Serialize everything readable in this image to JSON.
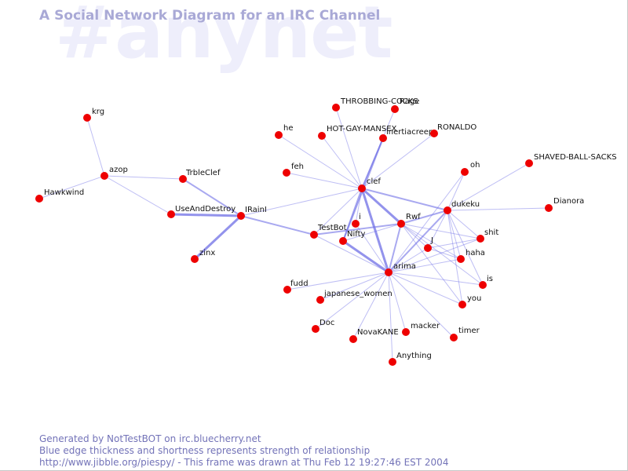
{
  "header": {
    "title": "A Social Network Diagram for an IRC Channel",
    "channel_watermark": "#anynet"
  },
  "footer": {
    "line1": "Generated by NotTestBOT on irc.bluecherry.net",
    "line2": "Blue edge thickness and shortness represents strength of relationship",
    "line3": "http://www.jibble.org/piespy/ - This frame was drawn at Thu Feb 12 19:27:46 EST 2004"
  },
  "colors": {
    "node": "#ee0000",
    "edge": "#6f6fe6",
    "title": "#a9a9d6",
    "watermark": "#eeeefb",
    "footer": "#7373b8"
  },
  "graph": {
    "nodes": [
      {
        "id": "krg",
        "label": "krg"
      },
      {
        "id": "azop",
        "label": "azop"
      },
      {
        "id": "Hawkwind",
        "label": "Hawkwind"
      },
      {
        "id": "TrbleClef",
        "label": "TrbleClef"
      },
      {
        "id": "UseAndDestroy",
        "label": "UseAndDestroy"
      },
      {
        "id": "IRainI",
        "label": "IRainI"
      },
      {
        "id": "zinx",
        "label": "zinx"
      },
      {
        "id": "THROBBING-COCKS",
        "label": "THROBBING-COCKS"
      },
      {
        "id": "Rage",
        "label": "Rage"
      },
      {
        "id": "HOT-GAY-MANSEX",
        "label": "HOT-GAY-MANSEX"
      },
      {
        "id": "inertiacreep",
        "label": "inertiacreep"
      },
      {
        "id": "RONALDO",
        "label": "RONALDO"
      },
      {
        "id": "he",
        "label": "he"
      },
      {
        "id": "feh",
        "label": "feh"
      },
      {
        "id": "clef",
        "label": "clef"
      },
      {
        "id": "oh",
        "label": "oh"
      },
      {
        "id": "SHAVED-BALL-SACKS",
        "label": "SHAVED-BALL-SACKS"
      },
      {
        "id": "Dianora",
        "label": "Dianora"
      },
      {
        "id": "dukeku",
        "label": "dukeku"
      },
      {
        "id": "Rwf",
        "label": "Rwf"
      },
      {
        "id": "i",
        "label": "i"
      },
      {
        "id": "TestBot",
        "label": "TestBot"
      },
      {
        "id": "Nifty",
        "label": "Nifty"
      },
      {
        "id": "shit",
        "label": "shit"
      },
      {
        "id": "J",
        "label": "J"
      },
      {
        "id": "haha",
        "label": "haha"
      },
      {
        "id": "arima",
        "label": "arima"
      },
      {
        "id": "is",
        "label": "is"
      },
      {
        "id": "you",
        "label": "you"
      },
      {
        "id": "fudd",
        "label": "fudd"
      },
      {
        "id": "japanese_women",
        "label": "japanese_women"
      },
      {
        "id": "Doc",
        "label": "Doc"
      },
      {
        "id": "NovaKANE",
        "label": "NovaKANE"
      },
      {
        "id": "macker",
        "label": "macker"
      },
      {
        "id": "timer",
        "label": "timer"
      },
      {
        "id": "Anything",
        "label": "Anything"
      }
    ],
    "edges": [
      {
        "from": "krg",
        "to": "azop",
        "strength": 1
      },
      {
        "from": "azop",
        "to": "Hawkwind",
        "strength": 1
      },
      {
        "from": "azop",
        "to": "TrbleClef",
        "strength": 1
      },
      {
        "from": "azop",
        "to": "UseAndDestroy",
        "strength": 1
      },
      {
        "from": "TrbleClef",
        "to": "IRainI",
        "strength": 2
      },
      {
        "from": "UseAndDestroy",
        "to": "IRainI",
        "strength": 3
      },
      {
        "from": "zinx",
        "to": "IRainI",
        "strength": 3
      },
      {
        "from": "IRainI",
        "to": "TestBot",
        "strength": 2
      },
      {
        "from": "IRainI",
        "to": "clef",
        "strength": 1
      },
      {
        "from": "clef",
        "to": "THROBBING-COCKS",
        "strength": 1
      },
      {
        "from": "clef",
        "to": "Rage",
        "strength": 1
      },
      {
        "from": "clef",
        "to": "HOT-GAY-MANSEX",
        "strength": 1
      },
      {
        "from": "clef",
        "to": "inertiacreep",
        "strength": 2
      },
      {
        "from": "clef",
        "to": "RONALDO",
        "strength": 1
      },
      {
        "from": "clef",
        "to": "he",
        "strength": 1
      },
      {
        "from": "clef",
        "to": "feh",
        "strength": 1
      },
      {
        "from": "clef",
        "to": "TestBot",
        "strength": 1
      },
      {
        "from": "clef",
        "to": "Nifty",
        "strength": 2
      },
      {
        "from": "clef",
        "to": "arima",
        "strength": 3
      },
      {
        "from": "clef",
        "to": "Rwf",
        "strength": 3
      },
      {
        "from": "clef",
        "to": "dukeku",
        "strength": 2
      },
      {
        "from": "clef",
        "to": "i",
        "strength": 1
      },
      {
        "from": "inertiacreep",
        "to": "Nifty",
        "strength": 2
      },
      {
        "from": "TestBot",
        "to": "Rwf",
        "strength": 2
      },
      {
        "from": "TestBot",
        "to": "arima",
        "strength": 1
      },
      {
        "from": "Nifty",
        "to": "arima",
        "strength": 3
      },
      {
        "from": "Nifty",
        "to": "Rwf",
        "strength": 1
      },
      {
        "from": "i",
        "to": "arima",
        "strength": 1
      },
      {
        "from": "Rwf",
        "to": "arima",
        "strength": 2
      },
      {
        "from": "Rwf",
        "to": "dukeku",
        "strength": 2
      },
      {
        "from": "Rwf",
        "to": "haha",
        "strength": 1
      },
      {
        "from": "Rwf",
        "to": "shit",
        "strength": 1
      },
      {
        "from": "Rwf",
        "to": "is",
        "strength": 1
      },
      {
        "from": "Rwf",
        "to": "you",
        "strength": 1
      },
      {
        "from": "Rwf",
        "to": "J",
        "strength": 1
      },
      {
        "from": "dukeku",
        "to": "oh",
        "strength": 1
      },
      {
        "from": "dukeku",
        "to": "SHAVED-BALL-SACKS",
        "strength": 1
      },
      {
        "from": "dukeku",
        "to": "Dianora",
        "strength": 1
      },
      {
        "from": "dukeku",
        "to": "shit",
        "strength": 1
      },
      {
        "from": "dukeku",
        "to": "haha",
        "strength": 1
      },
      {
        "from": "dukeku",
        "to": "arima",
        "strength": 2
      },
      {
        "from": "dukeku",
        "to": "is",
        "strength": 1
      },
      {
        "from": "dukeku",
        "to": "you",
        "strength": 1
      },
      {
        "from": "dukeku",
        "to": "J",
        "strength": 1
      },
      {
        "from": "oh",
        "to": "arima",
        "strength": 1
      },
      {
        "from": "arima",
        "to": "shit",
        "strength": 1
      },
      {
        "from": "arima",
        "to": "haha",
        "strength": 1
      },
      {
        "from": "arima",
        "to": "J",
        "strength": 1
      },
      {
        "from": "arima",
        "to": "is",
        "strength": 1
      },
      {
        "from": "arima",
        "to": "you",
        "strength": 1
      },
      {
        "from": "arima",
        "to": "fudd",
        "strength": 1
      },
      {
        "from": "arima",
        "to": "japanese_women",
        "strength": 1
      },
      {
        "from": "arima",
        "to": "Doc",
        "strength": 1
      },
      {
        "from": "arima",
        "to": "NovaKANE",
        "strength": 1
      },
      {
        "from": "arima",
        "to": "macker",
        "strength": 1
      },
      {
        "from": "arima",
        "to": "timer",
        "strength": 1
      },
      {
        "from": "arima",
        "to": "Anything",
        "strength": 1
      },
      {
        "from": "J",
        "to": "shit",
        "strength": 1
      },
      {
        "from": "J",
        "to": "haha",
        "strength": 1
      }
    ]
  }
}
